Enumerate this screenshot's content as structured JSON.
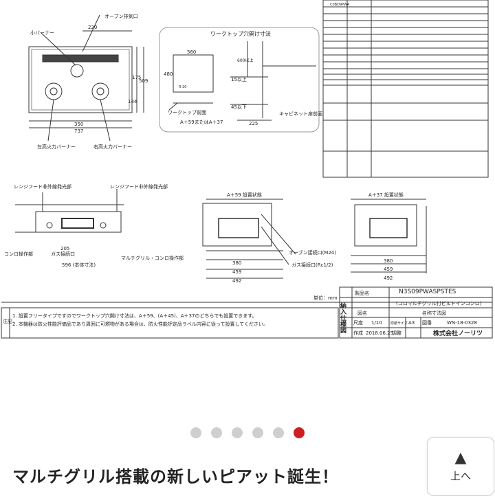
{
  "drawing": {
    "labels": {
      "oven_exhaust": "オーブン排気口",
      "small_burner": "小バーナー",
      "dim_220": "220",
      "dim_350": "350",
      "dim_737": "737",
      "dim_509": "509",
      "dim_175": "175",
      "dim_144": "144",
      "left_burner": "左高火力バーナー",
      "right_burner": "右高火力バーナー",
      "cutout_title": "ワークトップ穴開け寸法",
      "cutout_560": "560",
      "cutout_480": "480",
      "cutout_r": "R-20",
      "worktop_front": "ワークトップ前面",
      "a_formula": "A＋59またはA＋37",
      "dim_15": "15以上",
      "dim_45": "45以下",
      "dim_600": "600以上",
      "dim_225": "225",
      "cabinet_front": "キャビネット扉前面",
      "range_hood_left": "レンジフード非外線発光部",
      "range_hood_right": "レンジフード非外線発光部",
      "stove_ops": "コンロ操作部",
      "gas_inlet": "ガス接続口",
      "dim_205": "205",
      "dim_596": "596 (本体寸法)",
      "grill_ops": "マルチグリル・コンロ操作部",
      "install_a59": "A＋59 設置状態",
      "install_a37": "A＋37 設置状態",
      "oven_exhaust_m24": "オーブン接続口(M24)",
      "gas_inlet_rc": "ガス接続口(Rc1/2)",
      "dim_380": "380",
      "dim_459": "459",
      "dim_492": "492",
      "unit_mm": "単位：mm"
    },
    "title_block": {
      "col1": "納入仕様図",
      "product_name_label": "製品名",
      "model": "N3S09PWASPSTES",
      "model_desc": "(コロマルチグリル付ビルトインコンロ)",
      "drawing_name_label": "図名",
      "drawing_name": "名称寸法図",
      "scale_label": "尺度",
      "scale": "1/10",
      "paper_label": "原紙サイズ",
      "paper": "A3",
      "dwg_label": "図番",
      "dwg_no": "WN-18-0328",
      "date_label": "作成",
      "date": "2018.06.25",
      "check_label": "調整",
      "company": "株式会社ノーリツ"
    },
    "notes": {
      "head": "注記",
      "n1": "1. 設置フリータイプですのでワークトップ穴開け寸法は、A＋59、(A＋45)、A＋37のどちらでも設置できます。",
      "n2": "2. 本機器は防火性能評価品であり周囲に可燃物がある場合は、防火性能評定品ラベル内容に従って設置してください。"
    },
    "spec_header_model": "C0BD9PWA"
  },
  "carousel": {
    "total": 6,
    "active_index": 5
  },
  "headline": "マルチグリル搭載の新しいピアット誕生！",
  "to_top": {
    "arrow": "▲",
    "label": "上へ"
  }
}
